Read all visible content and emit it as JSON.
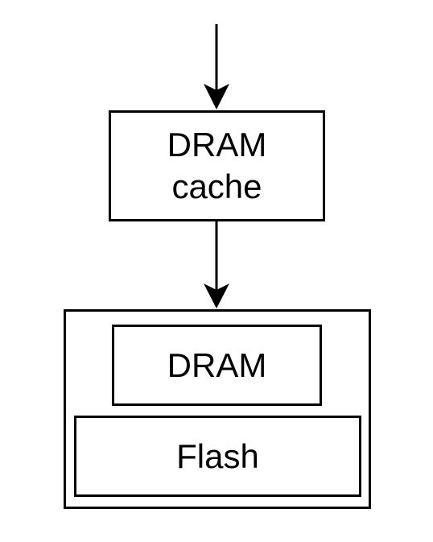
{
  "diagram": {
    "cache_box": {
      "line1": "DRAM",
      "line2": "cache"
    },
    "dram_box": {
      "label": "DRAM"
    },
    "flash_box": {
      "label": "Flash"
    },
    "colors": {
      "stroke": "#000000",
      "background": "#ffffff"
    }
  }
}
